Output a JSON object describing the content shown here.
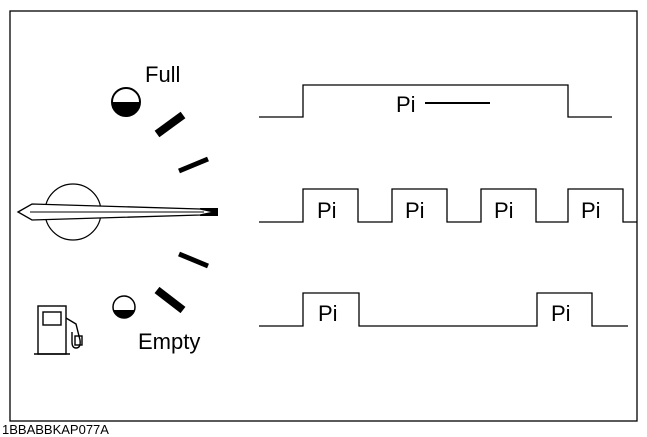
{
  "gauge": {
    "full_label": "Full",
    "empty_label": "Empty"
  },
  "waveforms": {
    "row1": {
      "pulse_label": "Pi"
    },
    "row2": {
      "pulse_labels": [
        "Pi",
        "Pi",
        "Pi",
        "Pi"
      ]
    },
    "row3": {
      "pulse_labels": [
        "Pi",
        "Pi"
      ]
    }
  },
  "figure_code": "1BBABBKAP077A"
}
